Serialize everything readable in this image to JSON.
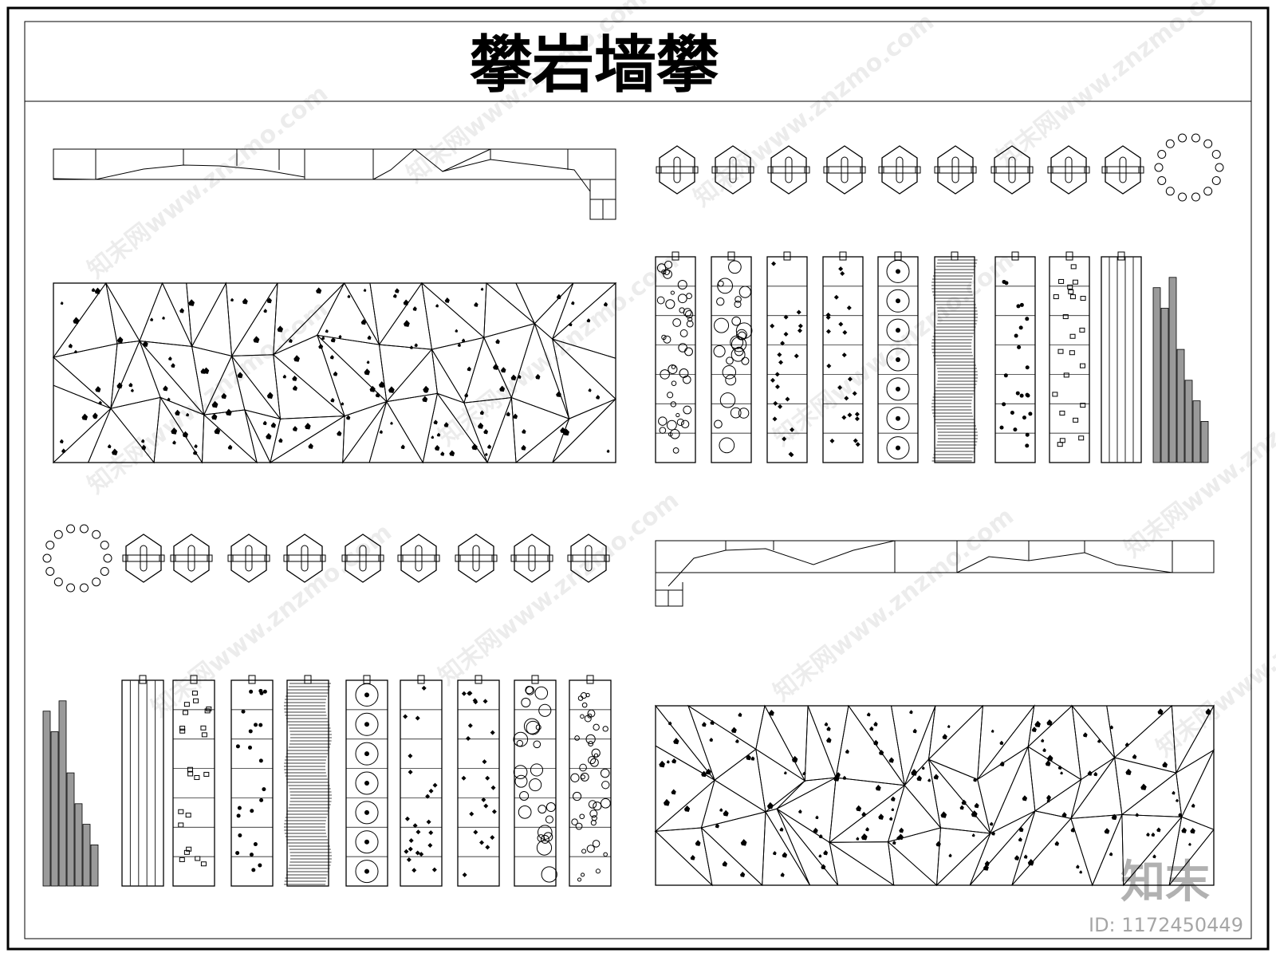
{
  "drawing": {
    "title": "攀岩墙攀",
    "id_label": "ID: 1172450449",
    "brand_label": "知末",
    "watermark": "知末网www.znzmo.com"
  },
  "colors": {
    "line": "#000000",
    "background": "#ffffff",
    "column_dark": "#555555",
    "column_mid": "#9a9a9a"
  },
  "icons": [
    "hexagon-hold-icon",
    "ring-of-circles-icon",
    "climbing-hold-icon"
  ]
}
